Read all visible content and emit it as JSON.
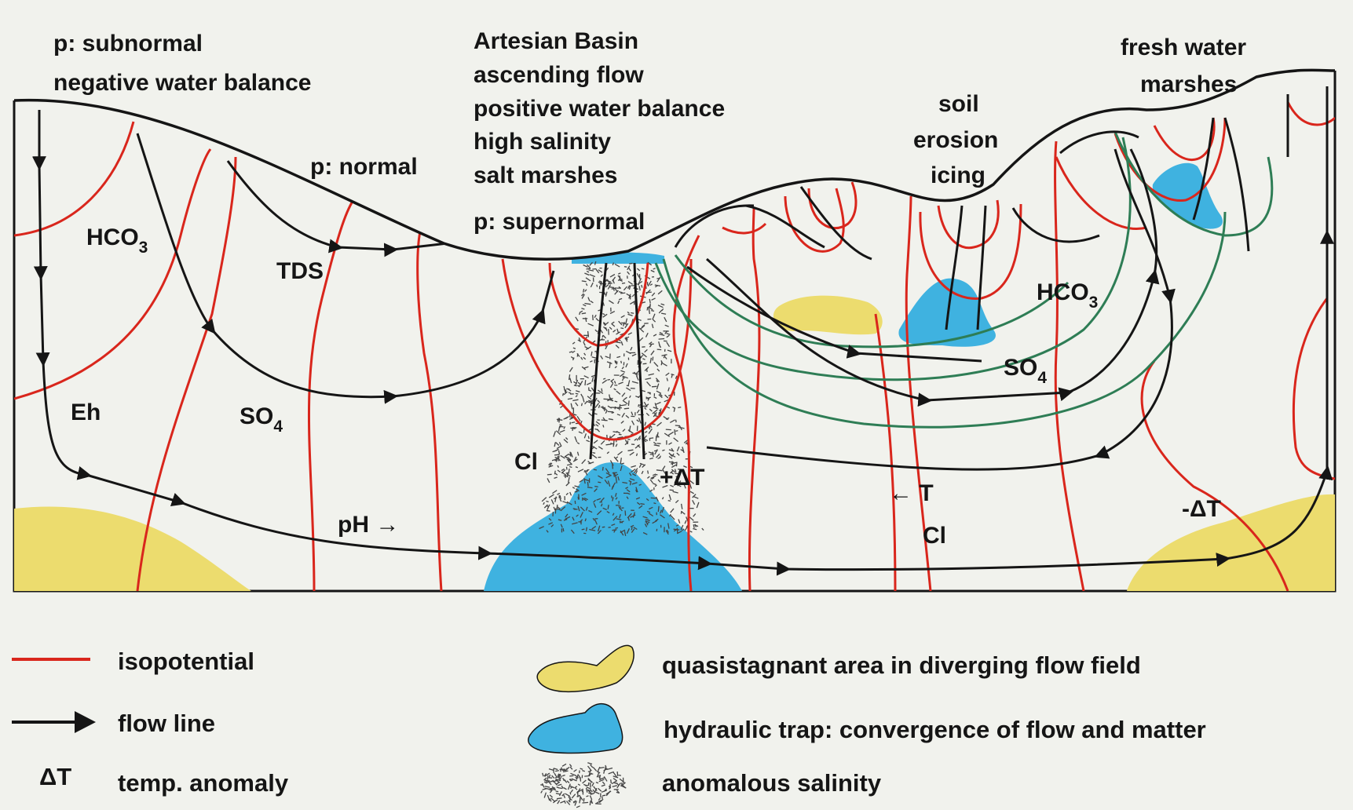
{
  "colors": {
    "background": "#f1f2ed",
    "isopotential": "#d9261c",
    "flow_line": "#151515",
    "isohaline_green": "#2e7d55",
    "quasistagnant_fill": "#ecdc6e",
    "hydraulic_trap_fill": "#3fb2e0",
    "salinity_stipple": "#444444"
  },
  "annotations": {
    "left_line1": "p: subnormal",
    "left_line2": "negative water balance",
    "p_normal": "p: normal",
    "basin_line1": "Artesian Basin",
    "basin_line2": "ascending flow",
    "basin_line3": "positive water balance",
    "basin_line4": "high salinity",
    "basin_line5": "salt marshes",
    "p_supernormal": "p: supernormal",
    "soil": "soil",
    "erosion": "erosion",
    "icing": "icing",
    "fresh1": "fresh water",
    "fresh2": "marshes"
  },
  "hydrochem": {
    "hco3_left": "HCO",
    "hco3_left_sub": "3",
    "tds": "TDS",
    "eh": "Eh",
    "so4_left": "SO",
    "so4_left_sub": "4",
    "ph": "pH →",
    "cl_center": "Cl",
    "delta_t_plus": "+ΔT",
    "hco3_right": "HCO",
    "hco3_right_sub": "3",
    "so4_right": "SO",
    "so4_right_sub": "4",
    "t_arrow": "← T",
    "cl_right": "Cl",
    "delta_t_minus": "-ΔT"
  },
  "legend": {
    "isopotential": "isopotential",
    "flow_line": "flow line",
    "delta_t_symbol": "ΔT",
    "temp_anomaly": "temp. anomaly",
    "quasistagnant": "quasistagnant area in diverging flow field",
    "hydraulic_trap": "hydraulic trap: convergence of flow and matter",
    "anomalous_salinity": "anomalous salinity"
  }
}
